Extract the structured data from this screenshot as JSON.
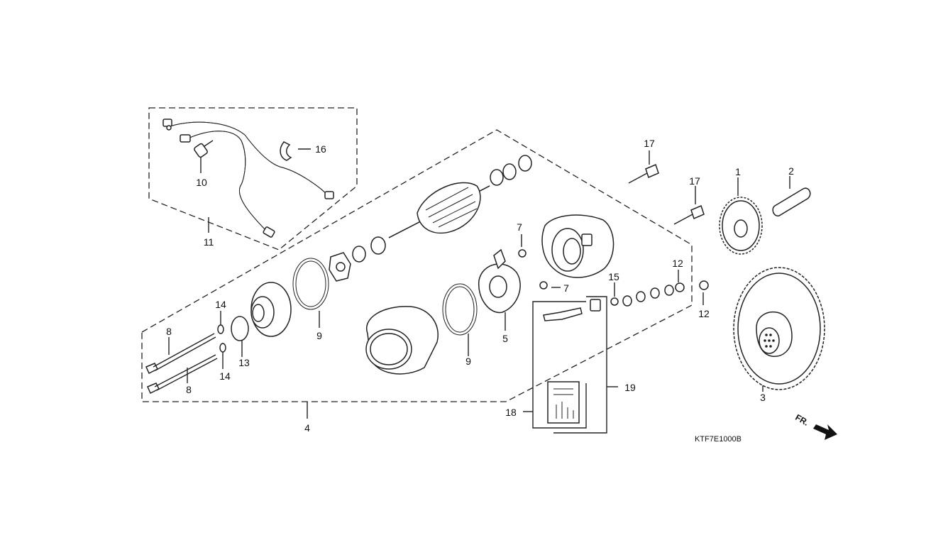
{
  "diagram": {
    "code": "KTF7E1000B",
    "direction_label": "FR.",
    "callouts": {
      "c1": "1",
      "c2": "2",
      "c3": "3",
      "c4": "4",
      "c5": "5",
      "c7a": "7",
      "c7b": "7",
      "c8a": "8",
      "c8b": "8",
      "c9a": "9",
      "c9b": "9",
      "c10": "10",
      "c11": "11",
      "c12a": "12",
      "c12b": "12",
      "c13": "13",
      "c14a": "14",
      "c14b": "14",
      "c15": "15",
      "c16": "16",
      "c17a": "17",
      "c17b": "17",
      "c18": "18",
      "c19": "19"
    }
  }
}
